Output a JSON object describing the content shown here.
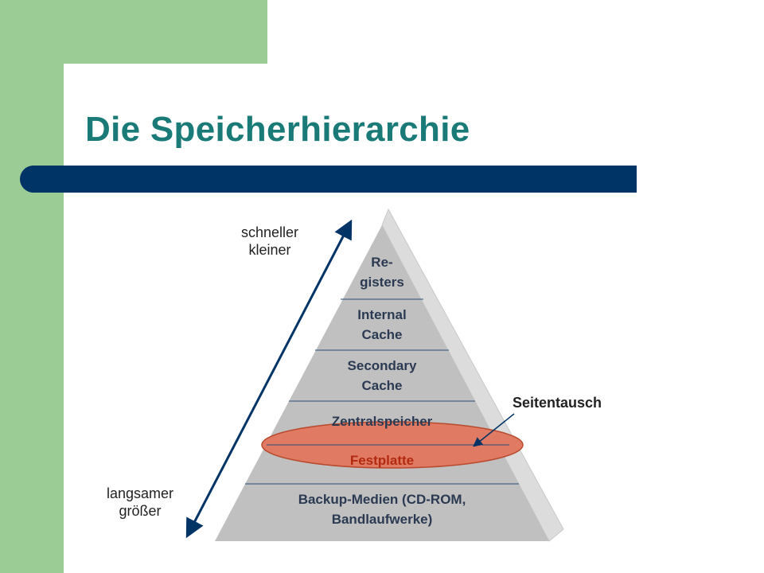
{
  "slide": {
    "title": "Die Speicherhierarchie"
  },
  "arrow": {
    "top_label": "schneller\nkleiner",
    "bottom_label": "langsamer\ngrößer"
  },
  "pyramid": {
    "levels": [
      {
        "label": "Re-\ngisters"
      },
      {
        "label": "Internal\nCache"
      },
      {
        "label": "Secondary\nCache"
      },
      {
        "label": "Zentralspeicher"
      },
      {
        "label": "Festplatte"
      },
      {
        "label": "Backup-Medien (CD-ROM,\nBandlaufwerke)"
      }
    ],
    "highlight_label": "Seitentausch"
  },
  "colors": {
    "background_accent": "#9ccc96",
    "title_text": "#1a7a78",
    "title_bar": "#003366",
    "pyramid_face": "#c0c0c0",
    "pyramid_side": "#dcdcdc",
    "highlight_fill": "#e07a62",
    "arrow": "#003366"
  }
}
